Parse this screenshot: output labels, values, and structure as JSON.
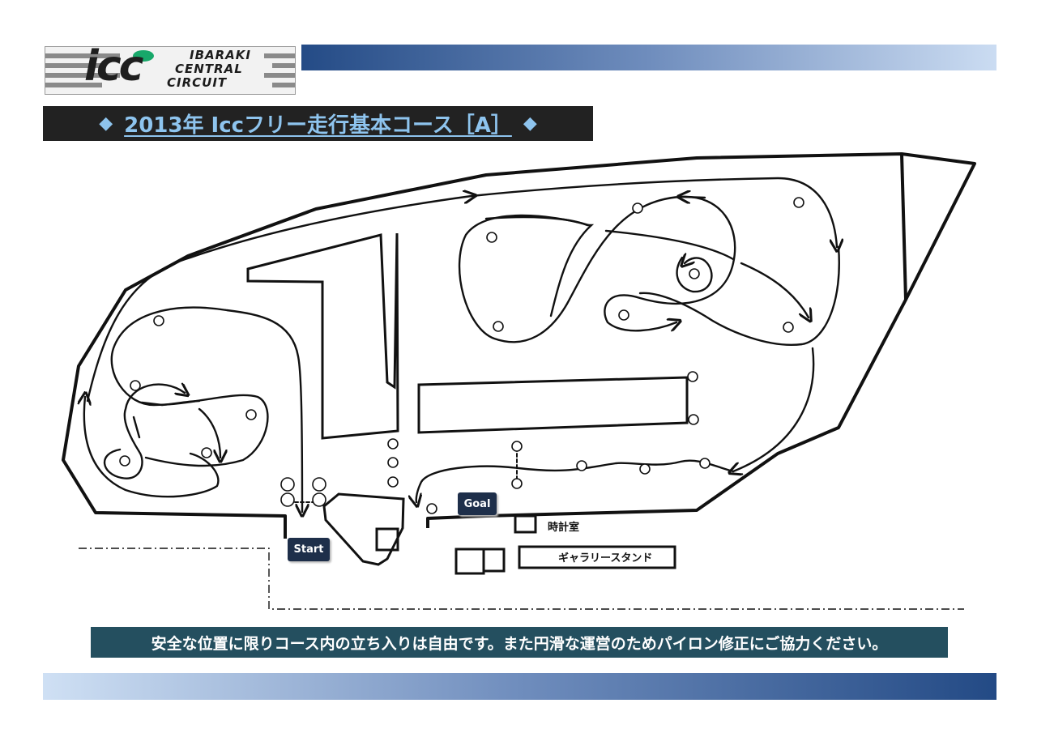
{
  "logo": {
    "mark": "icc",
    "words": [
      "IBARAKI",
      "CENTRAL",
      "CIRCUIT"
    ]
  },
  "title": {
    "text": "2013年 Iccフリー走行基本コース［A］",
    "diamond": "◆"
  },
  "map": {
    "start_label": "Start",
    "goal_label": "Goal",
    "clock_room_label": "時計室",
    "gallery_stand_label": "ギャラリースタンド",
    "cone_count": 26
  },
  "notice": {
    "text": "安全な位置に限りコース内の立ち入りは自由です。また円滑な運営のためパイロン修正にご協力ください。"
  },
  "colors": {
    "title_bg": "#222222",
    "title_text": "#8ec4ee",
    "notice_bg": "#244f5f",
    "band_dark": "#244b86",
    "band_light": "#cbdcf2",
    "badge_bg": "#1e2f4a",
    "logo_green": "#18a86a"
  }
}
